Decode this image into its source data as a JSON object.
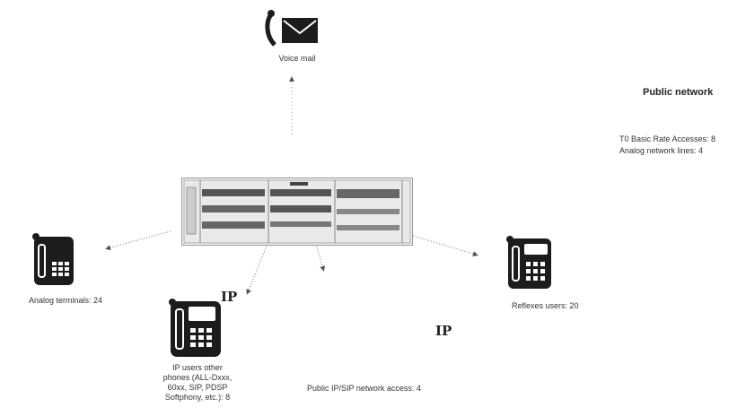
{
  "voicemail": {
    "label": "Voice mail",
    "icon": "voicemail-phone-icon"
  },
  "public_network": {
    "title": "Public network",
    "lines": [
      "T0 Basic Rate Accesses: 8",
      "Analog network lines: 4"
    ]
  },
  "analog_terminals": {
    "label": "Analog terminals: 24",
    "icon": "analog-phone-icon"
  },
  "ip_users": {
    "badge": "IP",
    "label_lines": [
      "IP users other",
      "phones (ALL-Dxxx,",
      "60xx, SIP, PDSP",
      "Softphony, etc.): 8"
    ],
    "icon": "ip-phone-icon"
  },
  "reflexes_users": {
    "label": "Reflexes users: 20",
    "icon": "digital-phone-icon"
  },
  "ip_network": {
    "badge": "IP",
    "label": "Public IP/SIP network access: 4"
  },
  "colors": {
    "phone_dark": "#1c1c1c",
    "line": "#777777"
  }
}
